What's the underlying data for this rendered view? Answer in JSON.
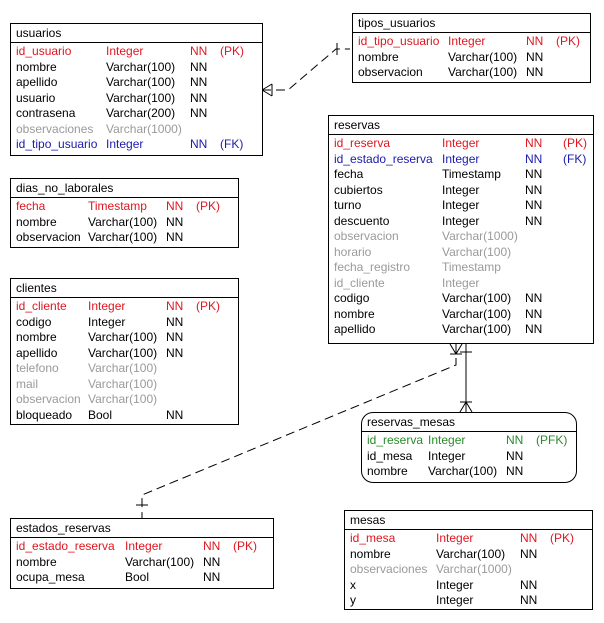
{
  "entities": {
    "usuarios": {
      "title": "usuarios",
      "rows": [
        {
          "name": "id_usuario",
          "type": "Integer",
          "null": "NN",
          "key": "(PK)",
          "kind": "pk"
        },
        {
          "name": "nombre",
          "type": "Varchar(100)",
          "null": "NN",
          "key": "",
          "kind": "normal"
        },
        {
          "name": "apellido",
          "type": "Varchar(100)",
          "null": "NN",
          "key": "",
          "kind": "normal"
        },
        {
          "name": "usuario",
          "type": "Varchar(100)",
          "null": "NN",
          "key": "",
          "kind": "normal"
        },
        {
          "name": "contrasena",
          "type": "Varchar(200)",
          "null": "NN",
          "key": "",
          "kind": "normal"
        },
        {
          "name": "observaciones",
          "type": "Varchar(1000)",
          "null": "",
          "key": "",
          "kind": "opt"
        },
        {
          "name": "id_tipo_usuario",
          "type": "Integer",
          "null": "NN",
          "key": "(FK)",
          "kind": "fk"
        }
      ]
    },
    "tipos_usuarios": {
      "title": "tipos_usuarios",
      "rows": [
        {
          "name": "id_tipo_usuario",
          "type": "Integer",
          "null": "NN",
          "key": "(PK)",
          "kind": "pk"
        },
        {
          "name": "nombre",
          "type": "Varchar(100)",
          "null": "NN",
          "key": "",
          "kind": "normal"
        },
        {
          "name": "observacion",
          "type": "Varchar(100)",
          "null": "NN",
          "key": "",
          "kind": "normal"
        }
      ]
    },
    "dias_no_laborales": {
      "title": "dias_no_laborales",
      "rows": [
        {
          "name": "fecha",
          "type": "Timestamp",
          "null": "NN",
          "key": "(PK)",
          "kind": "pk"
        },
        {
          "name": "nombre",
          "type": "Varchar(100)",
          "null": "NN",
          "key": "",
          "kind": "normal"
        },
        {
          "name": "observacion",
          "type": "Varchar(100)",
          "null": "NN",
          "key": "",
          "kind": "normal"
        }
      ]
    },
    "clientes": {
      "title": "clientes",
      "rows": [
        {
          "name": "id_cliente",
          "type": "Integer",
          "null": "NN",
          "key": "(PK)",
          "kind": "pk"
        },
        {
          "name": "codigo",
          "type": "Integer",
          "null": "NN",
          "key": "",
          "kind": "normal"
        },
        {
          "name": "nombre",
          "type": "Varchar(100)",
          "null": "NN",
          "key": "",
          "kind": "normal"
        },
        {
          "name": "apellido",
          "type": "Varchar(100)",
          "null": "NN",
          "key": "",
          "kind": "normal"
        },
        {
          "name": "telefono",
          "type": "Varchar(100)",
          "null": "",
          "key": "",
          "kind": "opt"
        },
        {
          "name": "mail",
          "type": "Varchar(100)",
          "null": "",
          "key": "",
          "kind": "opt"
        },
        {
          "name": "observacion",
          "type": "Varchar(100)",
          "null": "",
          "key": "",
          "kind": "opt"
        },
        {
          "name": "bloqueado",
          "type": "Bool",
          "null": "NN",
          "key": "",
          "kind": "normal"
        }
      ]
    },
    "reservas": {
      "title": "reservas",
      "rows": [
        {
          "name": "id_reserva",
          "type": "Integer",
          "null": "NN",
          "key": "(PK)",
          "kind": "pk"
        },
        {
          "name": "id_estado_reserva",
          "type": "Integer",
          "null": "NN",
          "key": "(FK)",
          "kind": "fk"
        },
        {
          "name": "fecha",
          "type": "Timestamp",
          "null": "NN",
          "key": "",
          "kind": "normal"
        },
        {
          "name": "cubiertos",
          "type": "Integer",
          "null": "NN",
          "key": "",
          "kind": "normal"
        },
        {
          "name": "turno",
          "type": "Integer",
          "null": "NN",
          "key": "",
          "kind": "normal"
        },
        {
          "name": "descuento",
          "type": "Integer",
          "null": "NN",
          "key": "",
          "kind": "normal"
        },
        {
          "name": "observacion",
          "type": "Varchar(1000)",
          "null": "",
          "key": "",
          "kind": "opt"
        },
        {
          "name": "horario",
          "type": "Varchar(100)",
          "null": "",
          "key": "",
          "kind": "opt"
        },
        {
          "name": "fecha_registro",
          "type": "Timestamp",
          "null": "",
          "key": "",
          "kind": "opt"
        },
        {
          "name": "id_cliente",
          "type": "Integer",
          "null": "",
          "key": "",
          "kind": "opt"
        },
        {
          "name": "codigo",
          "type": "Varchar(100)",
          "null": "NN",
          "key": "",
          "kind": "normal"
        },
        {
          "name": "nombre",
          "type": "Varchar(100)",
          "null": "NN",
          "key": "",
          "kind": "normal"
        },
        {
          "name": "apellido",
          "type": "Varchar(100)",
          "null": "NN",
          "key": "",
          "kind": "normal"
        }
      ]
    },
    "reservas_mesas": {
      "title": "reservas_mesas",
      "rows": [
        {
          "name": "id_reserva",
          "type": "Integer",
          "null": "NN",
          "key": "(PFK)",
          "kind": "pfk"
        },
        {
          "name": "id_mesa",
          "type": "Integer",
          "null": "NN",
          "key": "",
          "kind": "normal"
        },
        {
          "name": "nombre",
          "type": "Varchar(100)",
          "null": "NN",
          "key": "",
          "kind": "normal"
        }
      ]
    },
    "estados_reservas": {
      "title": "estados_reservas",
      "rows": [
        {
          "name": "id_estado_reserva",
          "type": "Integer",
          "null": "NN",
          "key": "(PK)",
          "kind": "pk"
        },
        {
          "name": "nombre",
          "type": "Varchar(100)",
          "null": "NN",
          "key": "",
          "kind": "normal"
        },
        {
          "name": "ocupa_mesa",
          "type": "Bool",
          "null": "NN",
          "key": "",
          "kind": "normal"
        }
      ]
    },
    "mesas": {
      "title": "mesas",
      "rows": [
        {
          "name": "id_mesa",
          "type": "Integer",
          "null": "NN",
          "key": "(PK)",
          "kind": "pk"
        },
        {
          "name": "nombre",
          "type": "Varchar(100)",
          "null": "NN",
          "key": "",
          "kind": "normal"
        },
        {
          "name": "observaciones",
          "type": "Varchar(1000)",
          "null": "",
          "key": "",
          "kind": "opt"
        },
        {
          "name": "x",
          "type": "Integer",
          "null": "NN",
          "key": "",
          "kind": "normal"
        },
        {
          "name": "y",
          "type": "Integer",
          "null": "NN",
          "key": "",
          "kind": "normal"
        }
      ]
    }
  },
  "colors": {
    "pk": "#e0161f",
    "fk": "#1a1aad",
    "pfk": "#2a8a2a",
    "opt": "#9a9a9a",
    "line": "#000000"
  }
}
